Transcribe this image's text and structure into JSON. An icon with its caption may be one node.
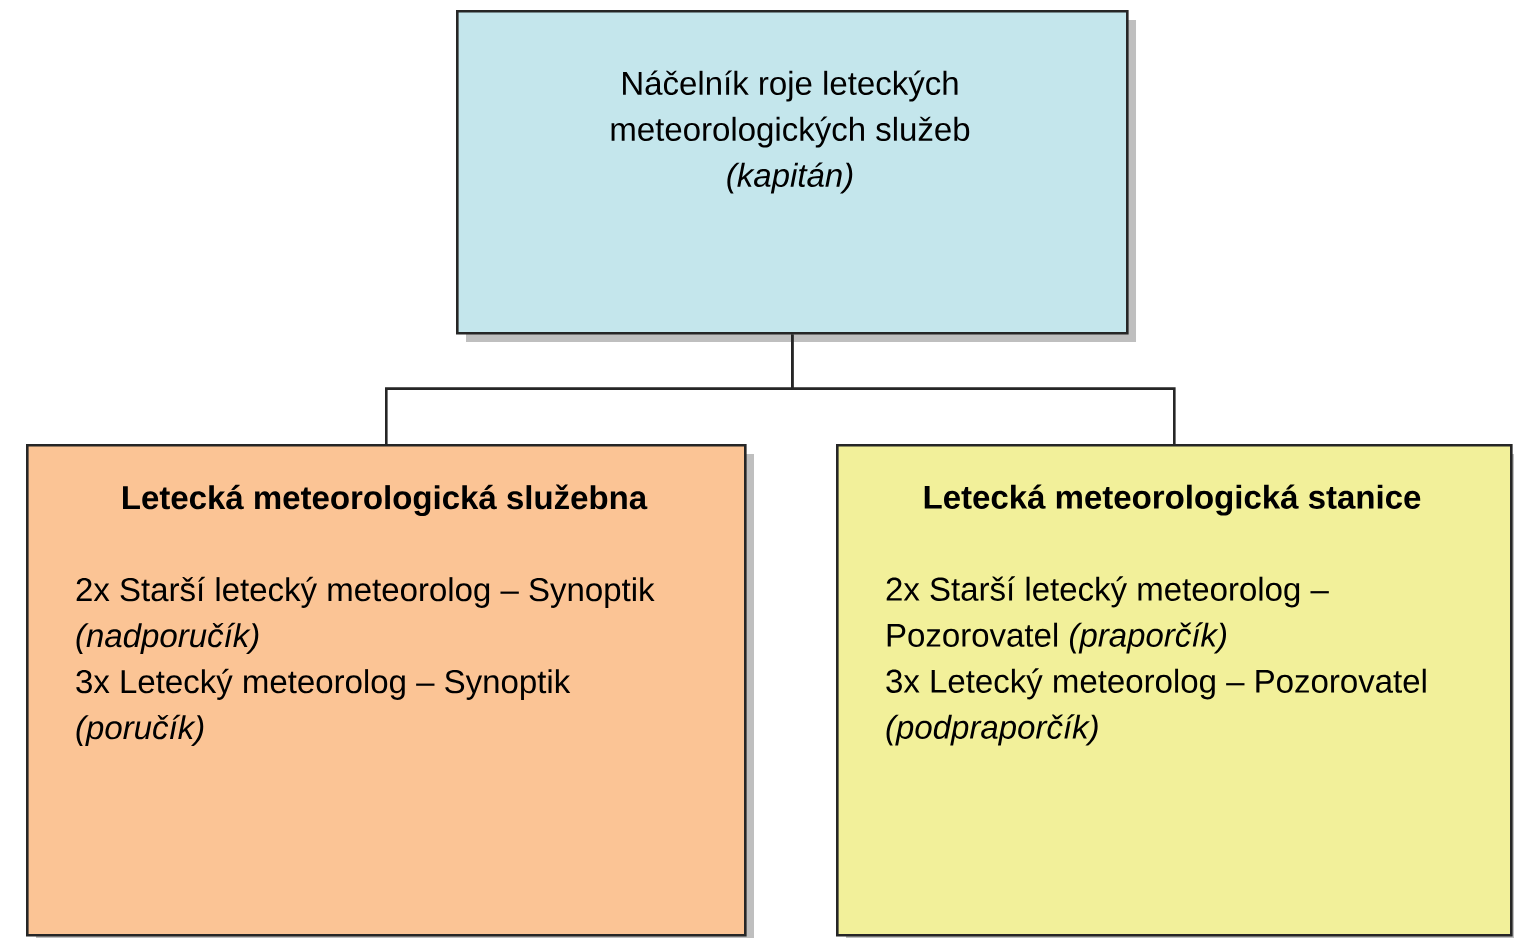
{
  "diagram": {
    "nodes": [
      {
        "text": [
          "Náčelník roje leteckých meteorologických služeb",
          "(kapitán)"
        ]
      },
      {
        "text": [
          "Letecká meteorologická služebna",
          "2x Starší letecký meteorolog – Synoptik *(nadporučík)*",
          "3x Letecký meteorolog – Synoptik *(poručík)*"
        ]
      },
      {
        "text": [
          "Letecká meteorologická stanice",
          "2x Starší letecký meteorolog – Pozorovatel *(praporčík)*",
          "3x Letecký meteorolog – Pozorovatel *(podpraporčík)*"
        ]
      }
    ],
    "edges": [
      {
        "from": 0,
        "to": 1,
        "arrow": "none"
      },
      {
        "from": 0,
        "to": 2,
        "arrow": "none"
      }
    ]
  }
}
